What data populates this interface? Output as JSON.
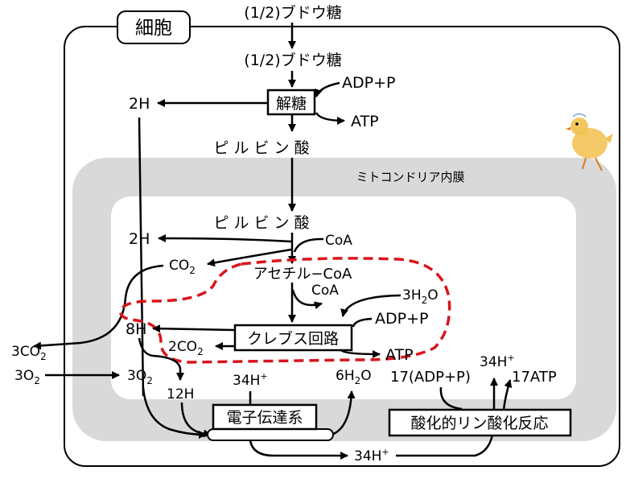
{
  "cell_label": "細胞",
  "inner_membrane_label": "ミトコンドリア内膜",
  "glucose_in": "(1/2)ブドウ糖",
  "glucose": "(1/2)ブドウ糖",
  "glycolysis": "解糖",
  "glycolysis_adp": "ADP+P",
  "glycolysis_atp": "ATP",
  "glycolysis_2h": "2H",
  "pyruvate_cytosol": "ピ ル ビ ン 酸",
  "pyruvate_matrix": "ピ ル ビ ン 酸",
  "pyruvate_2h": "2H",
  "coa_in": "CoA",
  "co2_top": {
    "base": "CO",
    "sub": "2"
  },
  "acetyl_coa": "アセチル−CoA",
  "coa_out": "CoA",
  "water_in": {
    "pre": "3H",
    "sub": "2",
    "post": "O"
  },
  "krebs_adp": "ADP+P",
  "krebs": "クレブス回路",
  "krebs_atp": "ATP",
  "krebs_8h": "8H",
  "krebs_2co2": {
    "base": "2CO",
    "sub": "2"
  },
  "co2_out": {
    "base": "3CO",
    "sub": "2"
  },
  "o2_out": {
    "base": "3O",
    "sub": "2"
  },
  "o2_in": {
    "base": "3O",
    "sub": "2"
  },
  "h12": "12H",
  "h34_top": {
    "base": "34H",
    "sup": "+"
  },
  "water_out": {
    "pre": "6H",
    "sub": "2",
    "post": "O"
  },
  "etc": "電子伝達系",
  "h34_bottom": {
    "base": "34H",
    "sup": "+"
  },
  "oxphos_adp": "17(ADP+P)",
  "oxphos_h": {
    "base": "34H",
    "sup": "+"
  },
  "oxphos_atp": "17ATP",
  "oxphos": "酸化的リン酸化反応",
  "mascot_icon": "chick-icon",
  "colors": {
    "membrane": "#d9d9d9",
    "krebs_dash": "#d9141b",
    "chick": "#f2c14e"
  }
}
